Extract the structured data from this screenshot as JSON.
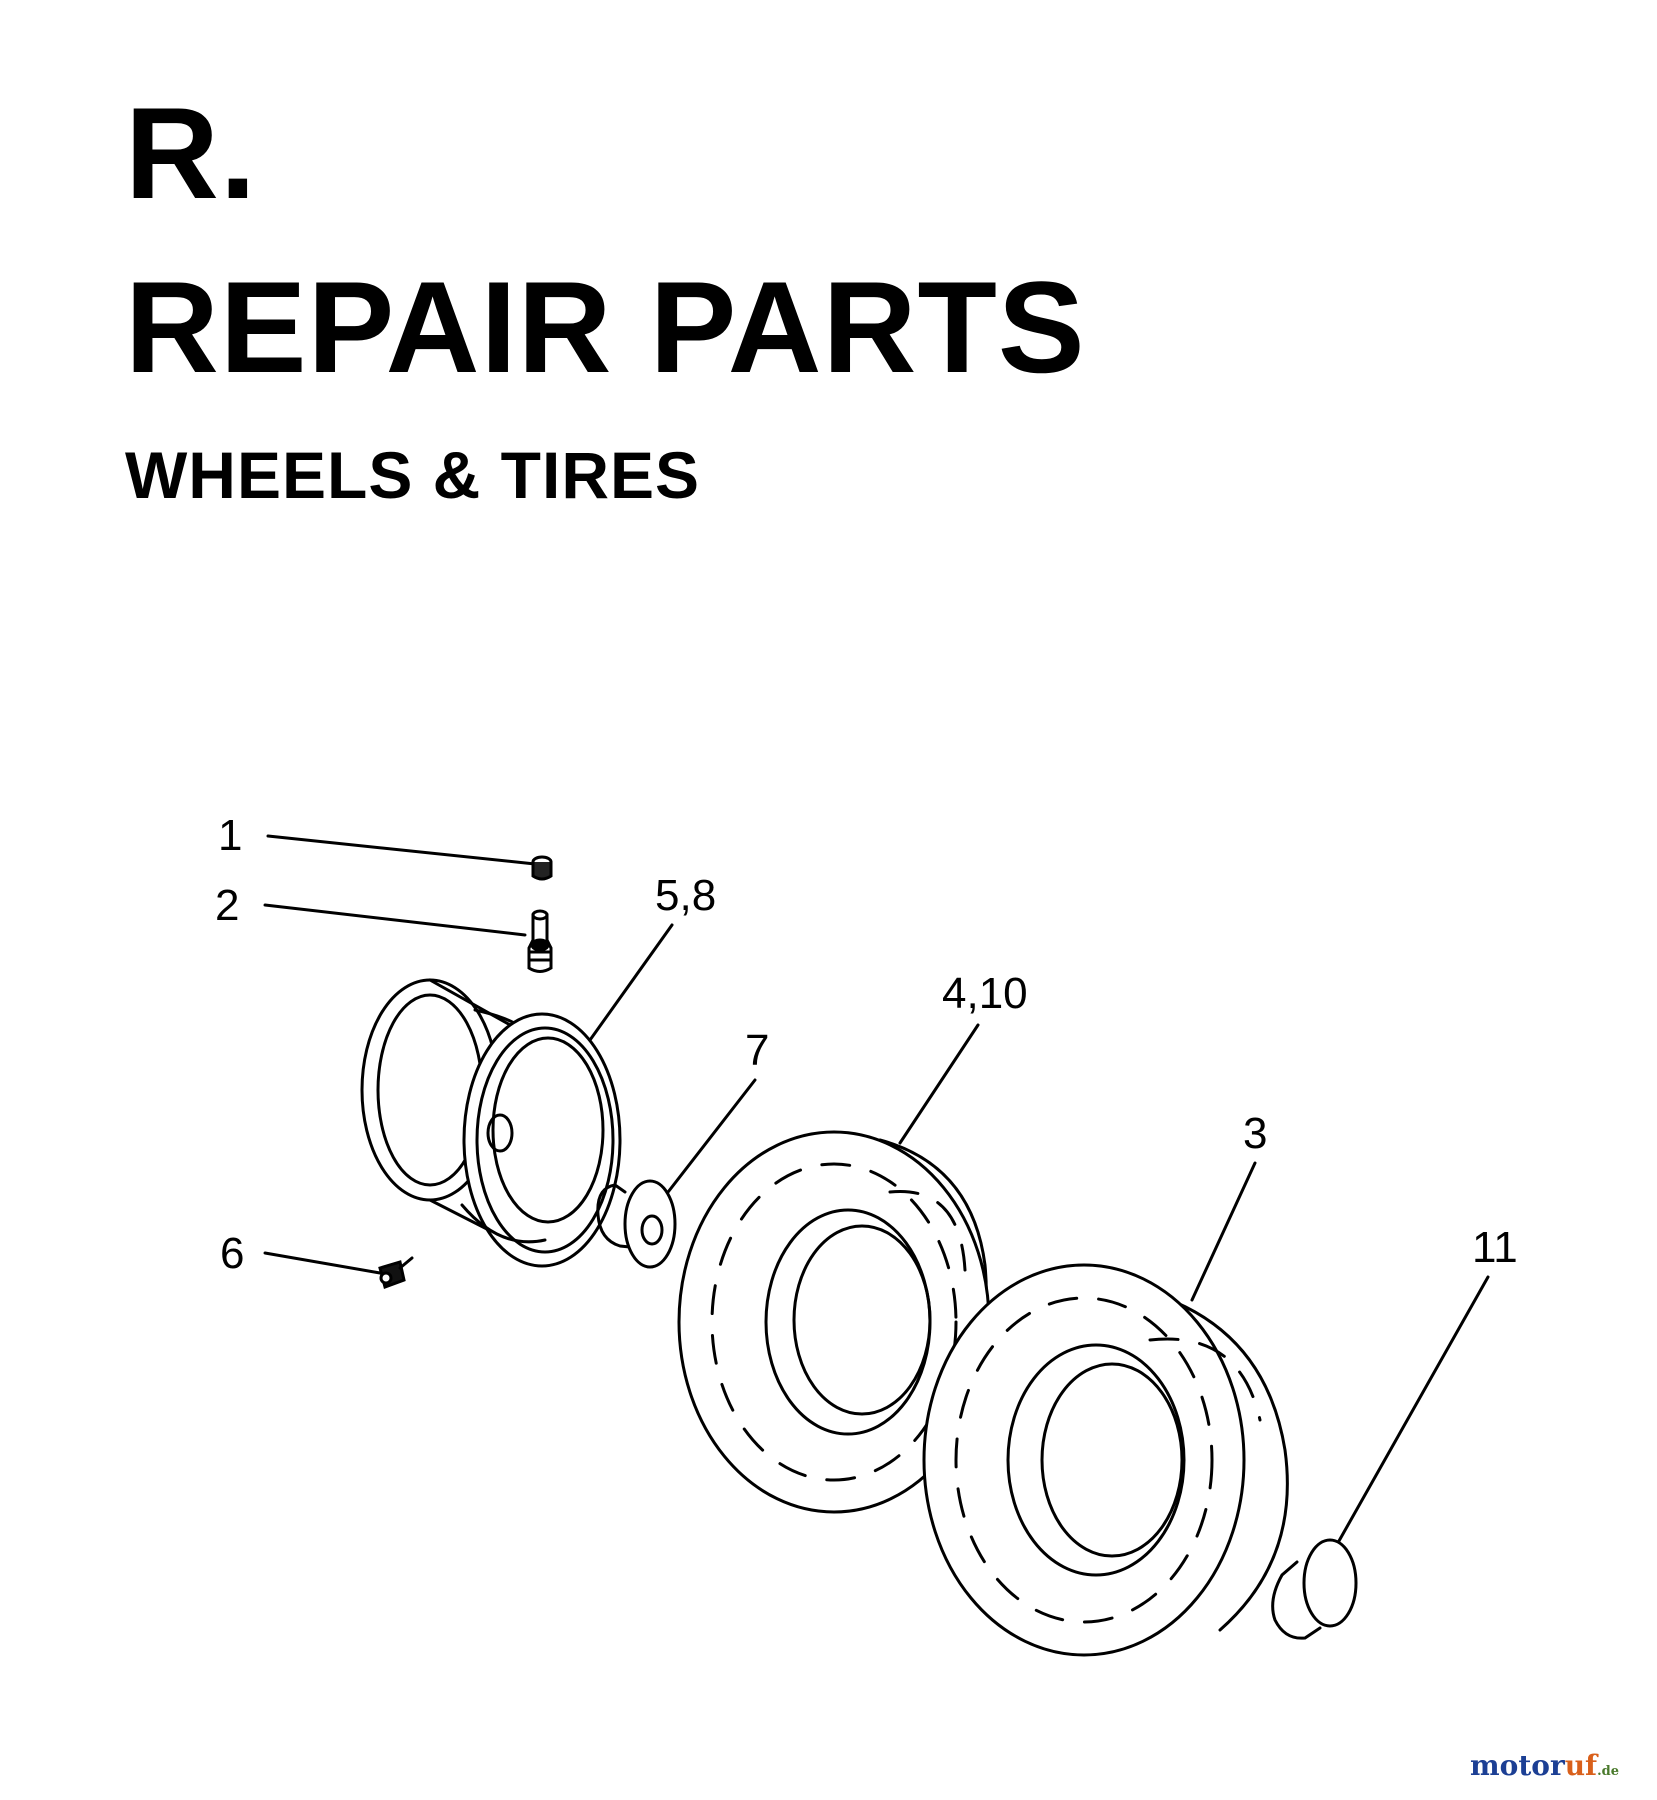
{
  "header": {
    "section": "R.",
    "title": "REPAIR PARTS",
    "subtitle": "WHEELS & TIRES"
  },
  "diagram": {
    "callouts": [
      {
        "id": "1",
        "label": "1",
        "part": "valve-cap"
      },
      {
        "id": "2",
        "label": "2",
        "part": "valve-stem"
      },
      {
        "id": "3",
        "label": "3",
        "part": "tire"
      },
      {
        "id": "4",
        "label": "4,10",
        "part": "tire"
      },
      {
        "id": "5",
        "label": "5,8",
        "part": "rim"
      },
      {
        "id": "6",
        "label": "6",
        "part": "grease-fitting"
      },
      {
        "id": "7",
        "label": "7",
        "part": "bushing"
      },
      {
        "id": "11",
        "label": "11",
        "part": "hub-cap"
      }
    ]
  },
  "watermark": {
    "brand_main": "motor",
    "brand_accent": "uf",
    "domain": ".de"
  }
}
